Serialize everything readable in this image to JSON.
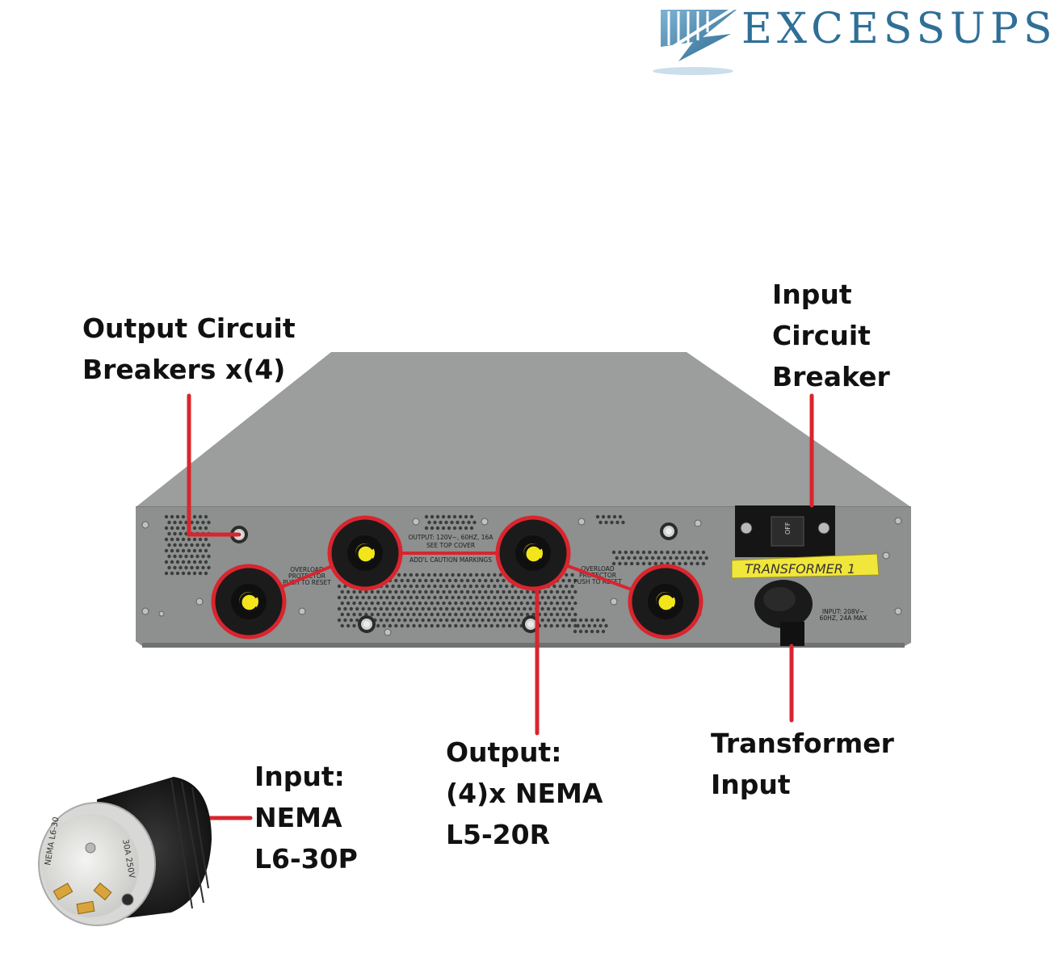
{
  "logo": {
    "brand": "EXCESSUPS"
  },
  "device": {
    "output_marking": [
      "OUTPUT: 120V~, 60HZ, 16A",
      "SEE TOP COVER",
      "ADD'L CAUTION MARKINGS"
    ],
    "overload_left": [
      "OVERLOAD",
      "PROTECTOR",
      "PUSH TO RESET"
    ],
    "overload_right": [
      "OVERLOAD",
      "PROTECTOR",
      "PUSH TO RESET"
    ],
    "transformer_label": "TRANSFORMER 1",
    "input_marking": [
      "INPUT: 208V~",
      "60HZ, 24A MAX"
    ],
    "breaker_marking": "OFF"
  },
  "plug": {
    "marking_left": "NEMA L6-30",
    "marking_right": "30A 250V"
  },
  "callouts": {
    "output_breakers": [
      "Output Circuit",
      "Breakers x(4)"
    ],
    "input_breaker": [
      "Input",
      "Circuit",
      "Breaker"
    ],
    "output": [
      "Output:",
      "(4)x NEMA",
      "L5-20R"
    ],
    "transformer": [
      "Transformer",
      "Input"
    ],
    "input": [
      "Input:",
      "NEMA",
      "L6-30P"
    ]
  },
  "colors": {
    "callout_line": "#d9252e",
    "chassis": "#8d908f",
    "chassis_top": "#9b9e9d",
    "label_yellow": "#f1e63a",
    "logo": "#2f6f97"
  }
}
